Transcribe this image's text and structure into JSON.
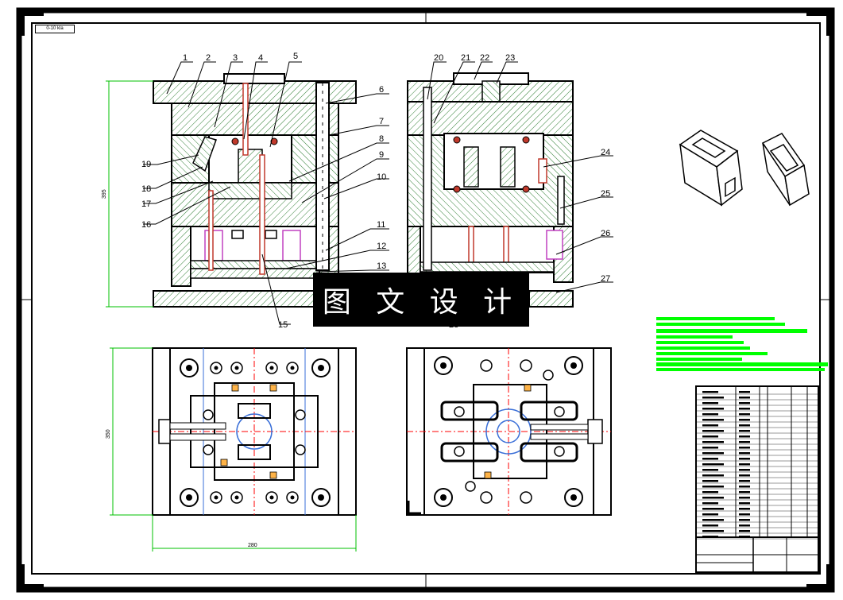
{
  "drawing": {
    "watermark_text": "图 文 设 计",
    "corner_note": "0-10 kla",
    "part_labels_left": [
      "1",
      "2",
      "3",
      "4",
      "5",
      "6",
      "7",
      "8",
      "9",
      "10",
      "11",
      "12",
      "13",
      "15",
      "16",
      "17",
      "18",
      "19"
    ],
    "part_labels_right": [
      "20",
      "21",
      "22",
      "23",
      "24",
      "25",
      "26",
      "27",
      "28"
    ],
    "dimensions": {
      "front_height": "395",
      "plan_height": "350",
      "plan_width": "280"
    }
  },
  "colors": {
    "line": "#000000",
    "hatch": "#2e7d32",
    "dimension": "#00c000",
    "center_line": "#ff0000",
    "guide": "#3a6fd8",
    "spring": "#c040c0",
    "ejector": "#c08020",
    "highlight_bars": "#00ff00"
  }
}
